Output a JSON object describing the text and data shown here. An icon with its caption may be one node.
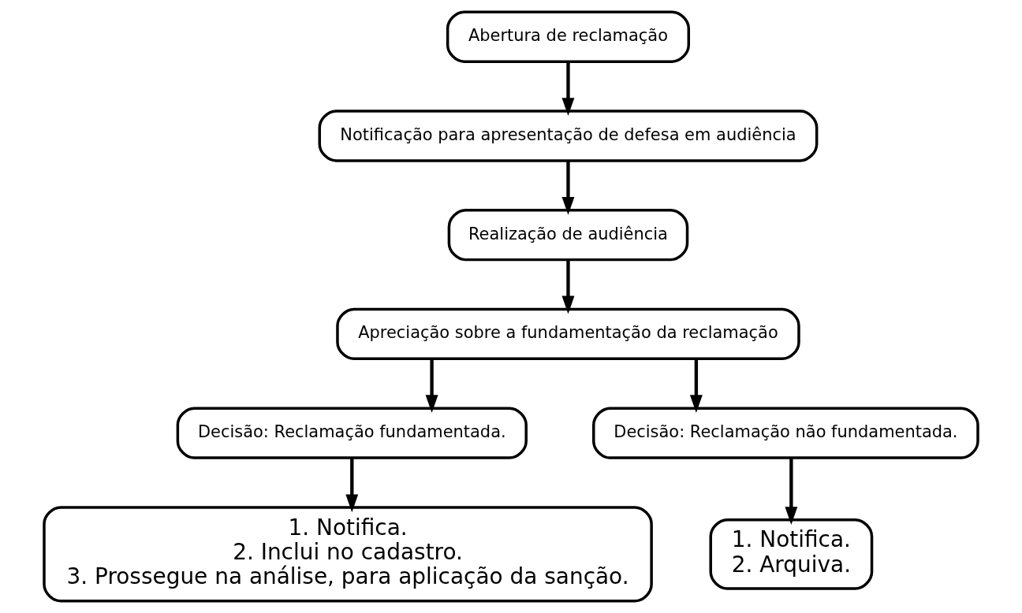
{
  "diagram": {
    "nodes": [
      {
        "text": [
          "Abertura de reclamação"
        ]
      },
      {
        "text": [
          "Notificação para apresentação de defesa em audiência"
        ]
      },
      {
        "text": [
          "Realização de audiência"
        ]
      },
      {
        "text": [
          "Apreciação sobre a fundamentação da reclamação"
        ]
      },
      {
        "text": [
          "Decisão: Reclamação fundamentada."
        ]
      },
      {
        "text": [
          "Decisão: Reclamação não fundamentada."
        ]
      },
      {
        "text": [
          "1. Notifica.",
          "2. Inclui no cadastro.",
          "3. Prossegue na análise, para aplicação da sanção."
        ]
      },
      {
        "text": [
          "1. Notifica.",
          "2. Arquiva."
        ]
      }
    ],
    "edges": [
      {
        "from": 0,
        "to": 1,
        "arrow": "to"
      },
      {
        "from": 1,
        "to": 2,
        "arrow": "to"
      },
      {
        "from": 2,
        "to": 3,
        "arrow": "to"
      },
      {
        "from": 3,
        "to": 4,
        "arrow": "to"
      },
      {
        "from": 3,
        "to": 5,
        "arrow": "to"
      },
      {
        "from": 4,
        "to": 6,
        "arrow": "to"
      },
      {
        "from": 5,
        "to": 7,
        "arrow": "to"
      }
    ]
  }
}
